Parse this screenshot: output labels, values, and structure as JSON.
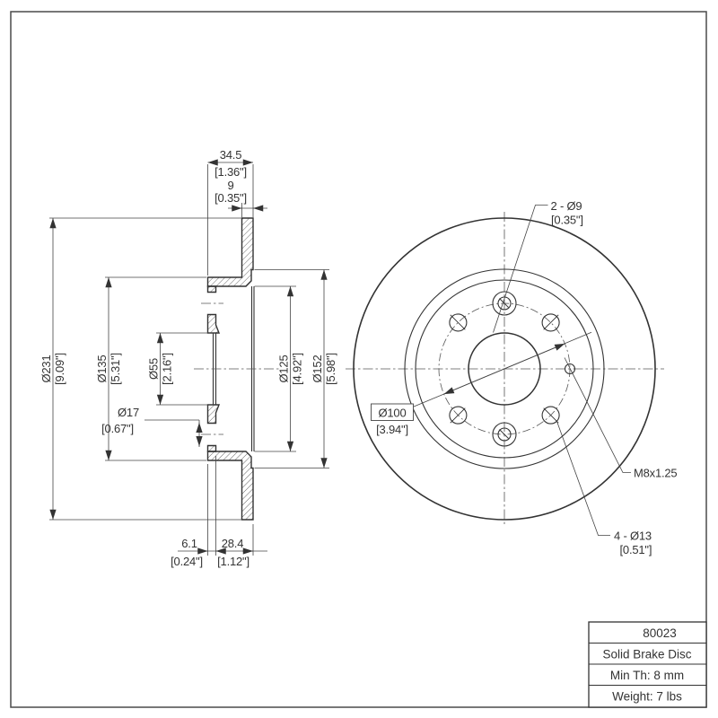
{
  "drawing": {
    "title_block": {
      "part_number": "80023",
      "description": "Solid Brake Disc",
      "min_thickness": "Min Th: 8 mm",
      "weight": "Weight: 7 lbs"
    },
    "section_view": {
      "overall_width_mm": "34.5",
      "overall_width_in": "[1.36\"]",
      "disc_thickness_mm": "9",
      "disc_thickness_in": "[0.35\"]",
      "outer_diameter_mm": "Ø231",
      "outer_diameter_in": "[9.09\"]",
      "hat_diameter_mm": "Ø135",
      "hat_diameter_in": "[5.31\"]",
      "bore_diameter_mm": "Ø55",
      "bore_diameter_in": "[2.16\"]",
      "bolt_hole_diameter_mm": "Ø17",
      "bolt_hole_diameter_in": "[0.67\"]",
      "hat_inner_diameter_mm": "Ø125",
      "hat_inner_diameter_in": "[4.92\"]",
      "friction_inner_diameter_mm": "Ø152",
      "friction_inner_diameter_in": "[5.98\"]",
      "hat_wall_mm": "6.1",
      "hat_wall_in": "[0.24\"]",
      "hat_depth_mm": "28.4",
      "hat_depth_in": "[1.12\"]"
    },
    "face_view": {
      "screw_holes_mm": "2 - Ø9",
      "screw_holes_in": "[0.35\"]",
      "bolt_circle_mm": "Ø100",
      "bolt_circle_in": "[3.94\"]",
      "thread_spec": "M8x1.25",
      "lug_holes_mm": "4 - Ø13",
      "lug_holes_in": "[0.51\"]"
    }
  }
}
